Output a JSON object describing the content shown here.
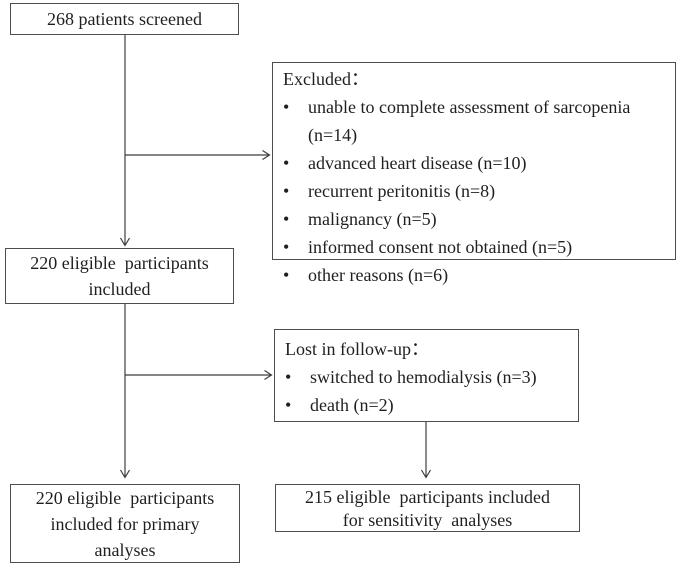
{
  "diagram": {
    "boxes": {
      "screened": {
        "text": "268 patients screened"
      },
      "excluded": {
        "title": "Excluded：",
        "items": [
          "unable to complete assessment of sarcopenia\n(n=14)",
          "advanced heart disease (n=10)",
          "recurrent peritonitis (n=8)",
          "malignancy (n=5)",
          "informed consent not obtained (n=5)",
          "other reasons (n=6)"
        ]
      },
      "eligible": {
        "lines": [
          "220 eligible  participants",
          "included"
        ]
      },
      "lost": {
        "title": "Lost in follow-up：",
        "items": [
          "switched to hemodialysis (n=3)",
          "death (n=2)"
        ]
      },
      "primary": {
        "lines": [
          "220 eligible  participants",
          "included for primary",
          "analyses"
        ]
      },
      "sensitivity": {
        "lines": [
          "215 eligible  participants included",
          "for sensitivity  analyses"
        ]
      }
    },
    "glyphs": {
      "bullet": "•"
    },
    "colors": {
      "background": "#ffffff",
      "box_border": "#4d4d4d",
      "text": "#1f1f1f",
      "line": "#3f3f3f"
    }
  }
}
